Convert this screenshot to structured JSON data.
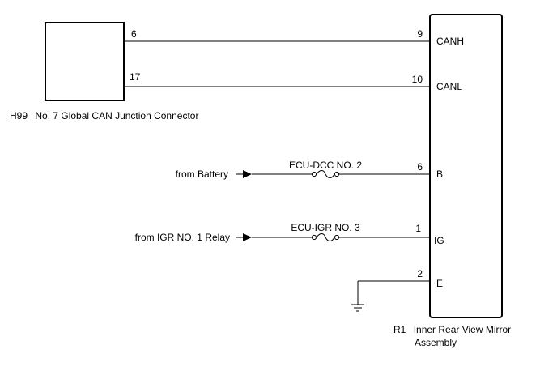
{
  "left_connector": {
    "id": "H99",
    "name": "No. 7 Global CAN Junction Connector"
  },
  "right_component": {
    "id": "R1",
    "name_line1": "Inner Rear View Mirror",
    "name_line2": "Assembly"
  },
  "wires": {
    "canh": {
      "left_pin": "6",
      "right_pin": "9",
      "terminal": "CANH"
    },
    "canl": {
      "left_pin": "17",
      "right_pin": "10",
      "terminal": "CANL"
    },
    "battery": {
      "source": "from Battery",
      "fuse": "ECU-DCC NO. 2",
      "pin": "6",
      "terminal": "B"
    },
    "igr": {
      "source": "from IGR NO. 1 Relay",
      "fuse": "ECU-IGR NO. 3",
      "pin": "1",
      "terminal": "IG"
    },
    "ground": {
      "pin": "2",
      "terminal": "E"
    }
  }
}
